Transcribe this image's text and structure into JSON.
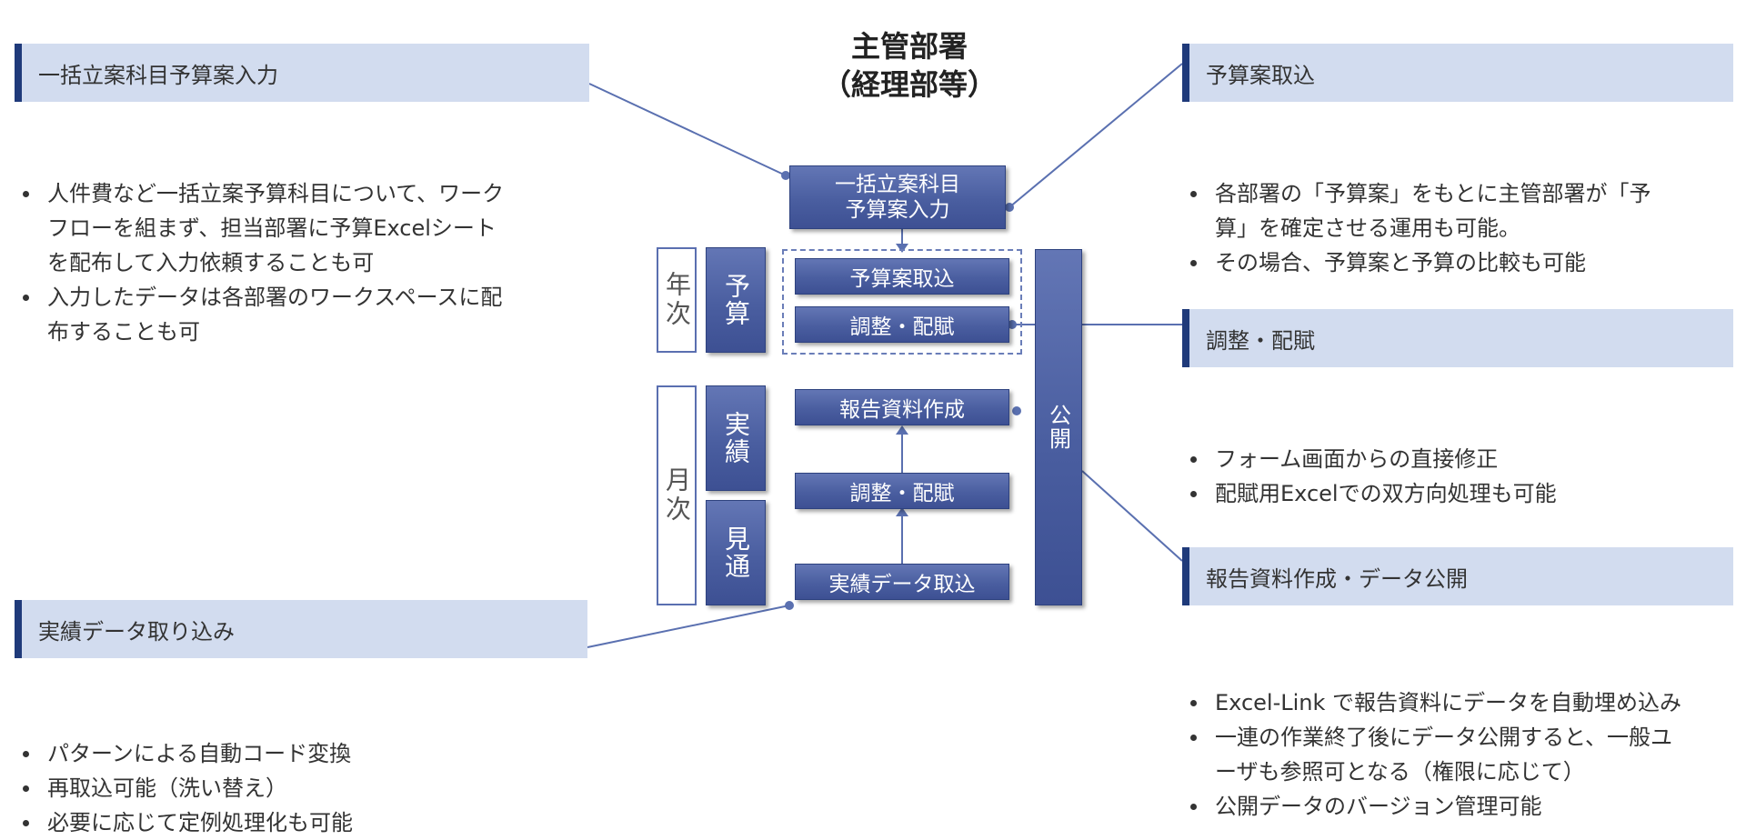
{
  "diagram": {
    "title": "主管部署\n（経理部等）",
    "boxes": {
      "ikkatsu": "一括立案科目\n予算案入力",
      "yosanan_torikomi": "予算案取込",
      "chosei_haifu_1": "調整・配賦",
      "hokoku": "報告資料作成",
      "chosei_haifu_2": "調整・配賦",
      "jisseki_torikomi": "実績データ取込",
      "kokai": "公開"
    },
    "labels": {
      "nenji": "年次",
      "getsuji": "月次",
      "yosan": "予算",
      "jisseki": "実績",
      "mitoshi": "見通"
    }
  },
  "panels": {
    "top_left": {
      "title": "一括立案科目予算案入力",
      "items": [
        "人件費など一括立案予算科目について、ワーク\nフローを組まず、担当部署に予算Excelシート\nを配布して入力依頼することも可",
        "入力したデータは各部署のワークスペースに配\n布することも可"
      ]
    },
    "bottom_left": {
      "title": "実績データ取り込み",
      "items": [
        "パターンによる自動コード変換",
        "再取込可能（洗い替え）",
        "必要に応じて定例処理化も可能"
      ]
    },
    "top_right": {
      "title": "予算案取込",
      "items": [
        "各部署の「予算案」をもとに主管部署が「予\n算」を確定させる運用も可能。",
        "その場合、予算案と予算の比較も可能"
      ]
    },
    "mid_right": {
      "title": "調整・配賦",
      "items": [
        "フォーム画面からの直接修正",
        "配賦用Excelでの双方向処理も可能"
      ]
    },
    "bottom_right": {
      "title": "報告資料作成・データ公開",
      "items": [
        "Excel-Link で報告資料にデータを自動埋め込み",
        "一連の作業終了後にデータ公開すると、一般ユ\nーザも参照可となる（権限に応じて）",
        "公開データのバージョン管理可能"
      ]
    }
  },
  "colors": {
    "box_fill": "#4a5ea0",
    "header_fill": "#d2dcef",
    "header_accent": "#1f3a7a",
    "connector": "#5a70b0"
  }
}
